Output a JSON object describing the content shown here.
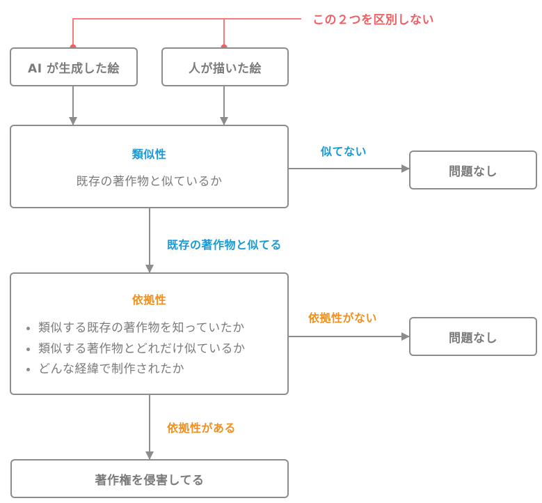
{
  "colors": {
    "border": "#8c8c8c",
    "text_gray": "#7a7a7a",
    "edge": "#8c8c8c",
    "highlight_red": "#f25f63",
    "similarity_blue": "#1a9ad6",
    "reliance_orange": "#f0901e"
  },
  "annotation": {
    "text": "この２つを区別しない"
  },
  "inputs": {
    "ai_generated": "AI が生成した絵",
    "human_drawn": "人が描いた絵"
  },
  "similarity": {
    "heading": "類似性",
    "question": "既存の著作物と似ているか",
    "no_label": "似てない",
    "yes_label": "既存の著作物と似てる",
    "no_result": "問題なし"
  },
  "reliance": {
    "heading": "依拠性",
    "criteria": [
      "類似する既存の著作物を知っていたか",
      "類似する著作物とどれだけ似ているか",
      "どんな経緯で制作されたか"
    ],
    "no_label": "依拠性がない",
    "yes_label": "依拠性がある",
    "no_result": "問題なし"
  },
  "conclusion": {
    "text": "著作権を侵害してる"
  }
}
